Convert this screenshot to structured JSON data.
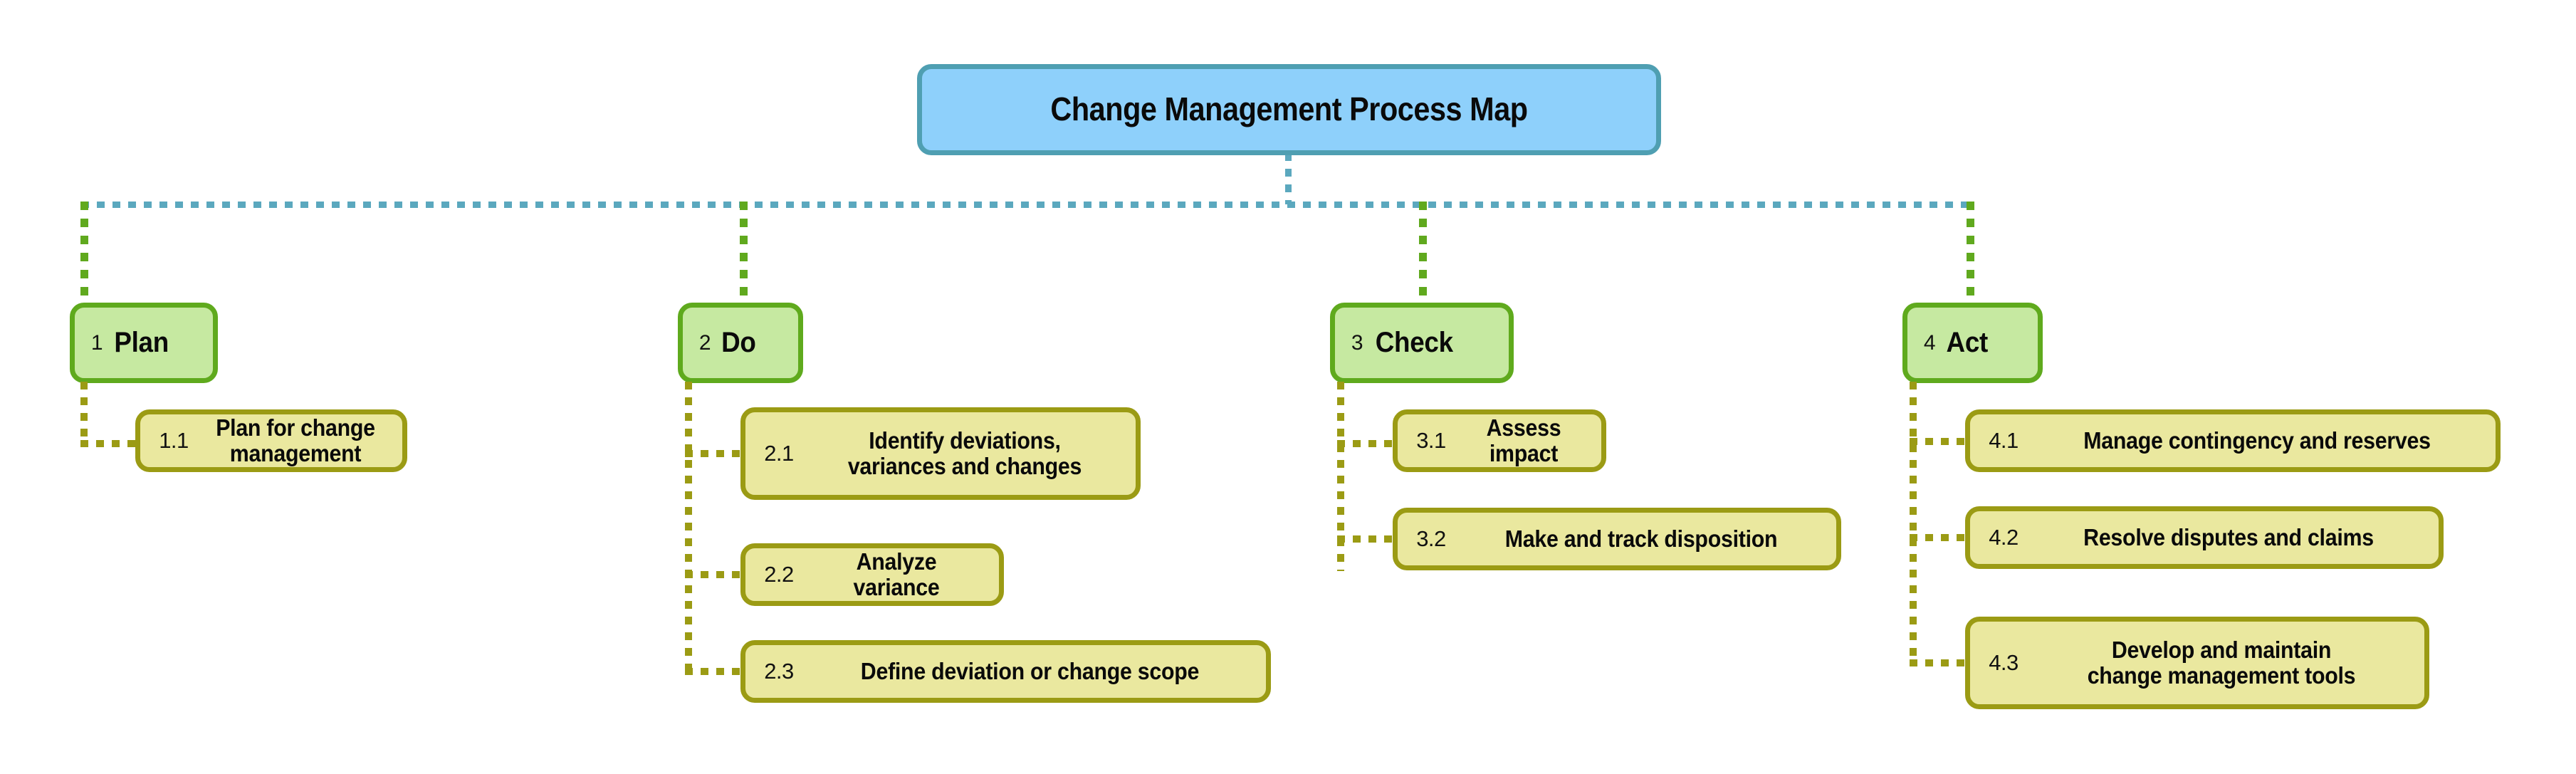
{
  "diagram": {
    "title": "Change Management Process Map",
    "colors": {
      "root_fill": "#8ed0fb",
      "root_border": "#4f9fb2",
      "level2_fill": "#c6e9a1",
      "level2_border": "#5faa1d",
      "level3_fill": "#eae89f",
      "level3_border": "#9b9b14",
      "connector_teal": "#5ba8be",
      "connector_green": "#60a91e",
      "connector_olive": "#9b9b14",
      "background": "#ffffff",
      "text": "#0a0a0a"
    },
    "branches": [
      {
        "num": "1",
        "label": "Plan",
        "children": [
          {
            "num": "1.1",
            "label": "Plan for change management"
          }
        ]
      },
      {
        "num": "2",
        "label": "Do",
        "children": [
          {
            "num": "2.1",
            "label": "Identify deviations,\nvariances and changes"
          },
          {
            "num": "2.2",
            "label": "Analyze variance"
          },
          {
            "num": "2.3",
            "label": "Define deviation or change scope"
          }
        ]
      },
      {
        "num": "3",
        "label": "Check",
        "children": [
          {
            "num": "3.1",
            "label": "Assess impact"
          },
          {
            "num": "3.2",
            "label": "Make and track disposition"
          }
        ]
      },
      {
        "num": "4",
        "label": "Act",
        "children": [
          {
            "num": "4.1",
            "label": "Manage contingency and reserves"
          },
          {
            "num": "4.2",
            "label": "Resolve disputes and claims"
          },
          {
            "num": "4.3",
            "label": "Develop and maintain\nchange management tools"
          }
        ]
      }
    ]
  }
}
